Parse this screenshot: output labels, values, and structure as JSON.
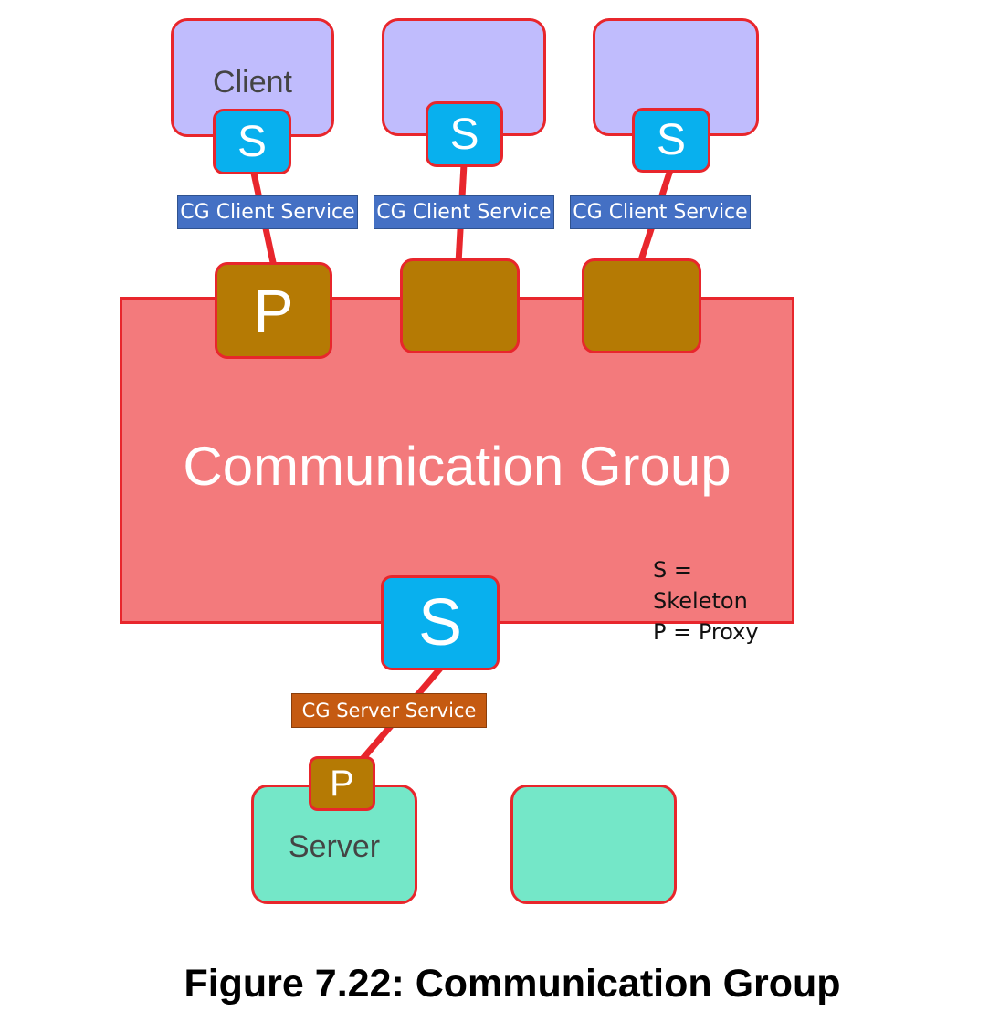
{
  "client_nodes": [
    {
      "label": "Client",
      "skeleton_label": "S",
      "service_label": "CG Client Service",
      "proxy_label": "P"
    },
    {
      "label": "",
      "skeleton_label": "S",
      "service_label": "CG Client Service",
      "proxy_label": ""
    },
    {
      "label": "",
      "skeleton_label": "S",
      "service_label": "CG Client Service",
      "proxy_label": ""
    }
  ],
  "group": {
    "title": "Communication Group",
    "skeleton_label": "S",
    "legend": [
      "S = Skeleton",
      "P = Proxy"
    ]
  },
  "server_service_label": "CG Server Service",
  "server_nodes": [
    {
      "label": "Server",
      "proxy_label": "P"
    },
    {
      "label": ""
    }
  ],
  "caption": "Figure 7.22: Communication Group",
  "colors": {
    "client_fill": "#c0bcfd",
    "server_fill": "#74e7c8",
    "group_fill": "#f37a7c",
    "border": "#e8262c",
    "skeleton_fill": "#08b0ee",
    "proxy_fill": "#b57a04",
    "client_service_label": "#4470c4",
    "server_service_label": "#c55a11",
    "link": "#e8262c"
  }
}
